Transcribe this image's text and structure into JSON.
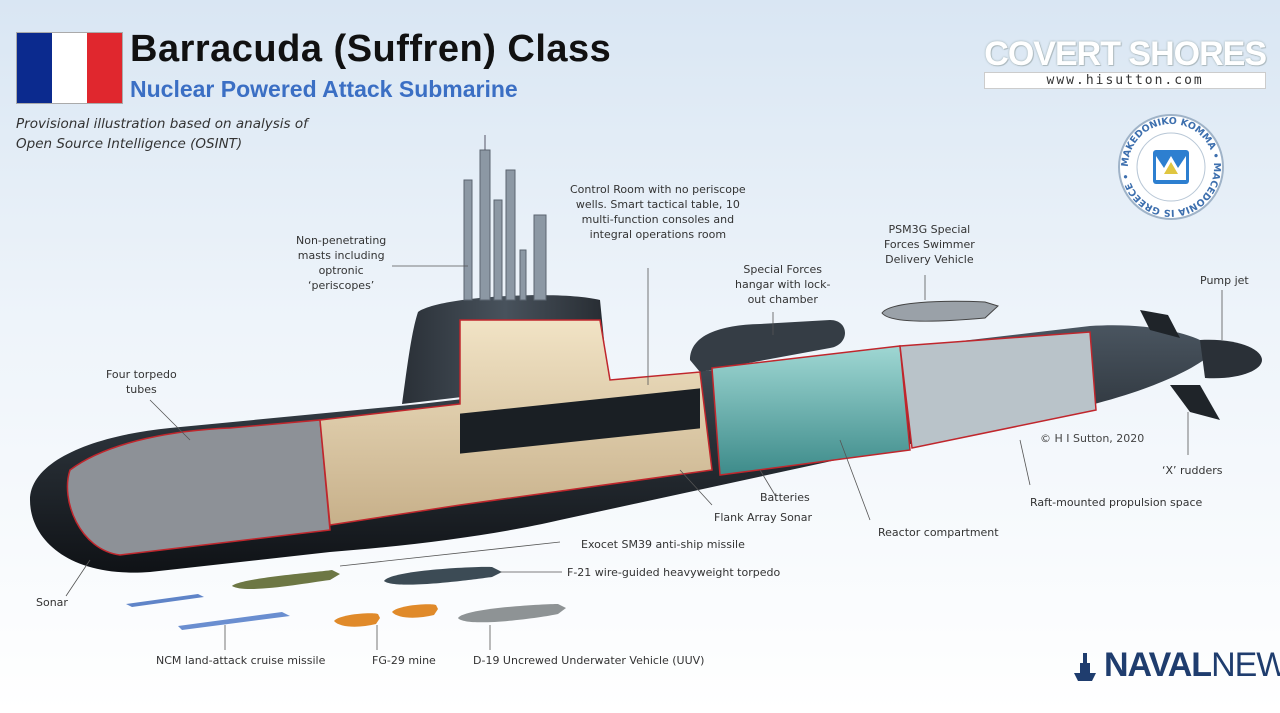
{
  "header": {
    "title": "Barracuda (Suffren) Class",
    "subtitle": "Nuclear Powered Attack Submarine",
    "note_line1": "Provisional illustration based on analysis of",
    "note_line2": "Open Source Intelligence (OSINT)"
  },
  "flag": {
    "colors": [
      "#0b2a8e",
      "#ffffff",
      "#e0272e"
    ]
  },
  "brand": {
    "name": "COVERT SHORES",
    "url": "www.hisutton.com"
  },
  "seal": {
    "text": "MAKEDONIKO KOMMA • MACEDONIA IS GREECE •"
  },
  "credit": "© H I Sutton, 2020",
  "publisher": {
    "part1": "NAVAL",
    "part2": "NEWS"
  },
  "labels": {
    "masts": [
      "Non-penetrating",
      "masts including",
      "optronic",
      "‘periscopes’"
    ],
    "control_room": [
      "Control Room with no periscope",
      "wells. Smart tactical table, 10",
      "multi-function consoles and",
      "integral operations room"
    ],
    "psm3g": [
      "PSM3G Special",
      "Forces Swimmer",
      "Delivery Vehicle"
    ],
    "hangar": [
      "Special Forces",
      "hangar with lock-",
      "out chamber"
    ],
    "pump_jet": "Pump jet",
    "torpedo_tubes": [
      "Four torpedo",
      "tubes"
    ],
    "x_rudders": "‘X’ rudders",
    "raft": "Raft-mounted propulsion space",
    "batteries": "Batteries",
    "flank_array": "Flank Array Sonar",
    "reactor": "Reactor compartment",
    "exocet": "Exocet SM39 anti-ship missile",
    "f21": "F-21 wire-guided heavyweight torpedo",
    "sonar": "Sonar",
    "ncm": "NCM land-attack cruise missile",
    "fg29": "FG-29 mine",
    "d19": "D-19 Uncrewed Underwater Vehicle (UUV)"
  }
}
